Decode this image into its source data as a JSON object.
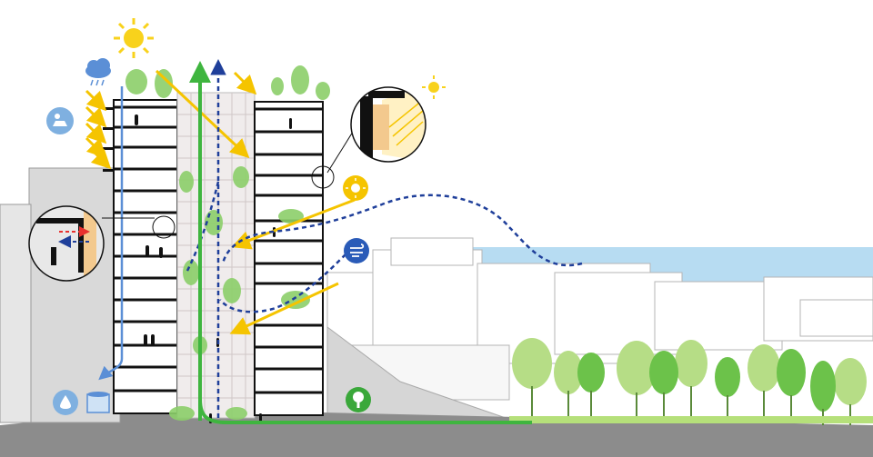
{
  "diagram": {
    "type": "sustainable-building-section",
    "colors": {
      "sky_water": "#b7dcf2",
      "ground": "#8c8c8c",
      "building_line": "#111111",
      "neighbor_gray": "#d9d9d9",
      "solar_arrow": "#f5c400",
      "sun": "#f8d21c",
      "air_flow": "#1f3f9a",
      "green_flow": "#3fb53f",
      "rain_pipe": "#5b8fd6",
      "trees_light": "#9fd36a",
      "trees_dark": "#43b043",
      "vegetation": "#8ccf6a",
      "heat_arrow": "#e8312f",
      "icon_circle": "#7fb0e0",
      "wind_icon": "#2a5bb8",
      "tree_icon": "#3aa83a"
    },
    "icons": [
      "sun-icon",
      "rain-cloud-icon",
      "solar-panel-icon",
      "small-sun-icon",
      "sun-badge-icon",
      "wind-icon",
      "water-recycle-icon",
      "water-tank-icon",
      "tree-icon"
    ],
    "callouts": [
      "window-shading-detail",
      "ventilation-detail"
    ]
  }
}
